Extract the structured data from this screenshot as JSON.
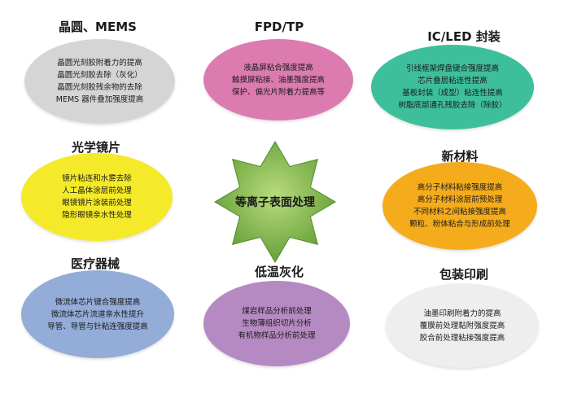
{
  "center": {
    "label": "等离子表面处理",
    "color": "#7fb84a"
  },
  "groups": [
    {
      "id": "wafer",
      "title": "晶圆、MEMS",
      "color": "#d5d5d5",
      "items": [
        "晶圆光刻胶附着力的提高",
        "晶圆光刻胶去除（灰化）",
        "晶圆光刻胶残余物的去除",
        "MEMS 器件叠加强度提高"
      ]
    },
    {
      "id": "fpd",
      "title": "FPD/TP",
      "color": "#dc7bb0",
      "items": [
        "液晶屏粘合强度提高",
        "触摸屏粘接、油墨强度提高",
        "保护、偏光片附着力提高等"
      ]
    },
    {
      "id": "icled",
      "title": "IC/LED 封装",
      "color": "#3ebf9b",
      "items": [
        "引线框架焊盘键合强度提高",
        "芯片叠层粘连性提高",
        "基板封装（成型）粘连性提高",
        "树脂底部通孔残胶去除（除胶）"
      ]
    },
    {
      "id": "optics",
      "title": "光学镜片",
      "color": "#f5ea2a",
      "items": [
        "镜片粘连和水雾去除",
        "人工晶体涂层前处理",
        "眼镜镜片涂装前处理",
        "隐形眼镜亲水性处理"
      ]
    },
    {
      "id": "newmat",
      "title": "新材料",
      "color": "#f5ac1c",
      "items": [
        "高分子材料粘接强度提高",
        "高分子材料涂层前预处理",
        "不同材料之间粘接强度提高",
        "颗粒、粉体粘合与形成前处理"
      ]
    },
    {
      "id": "medical",
      "title": "医疗器械",
      "color": "#93acd8",
      "items": [
        "微流体芯片键合强度提高",
        "微流体芯片流道亲水性提升",
        "导管、导管与针粘连强度提高"
      ]
    },
    {
      "id": "ashing",
      "title": "低温灰化",
      "color": "#b589c2",
      "items": [
        "煤岩样品分析前处理",
        "生物薄组织切片分析",
        "有机物样品分析前处理"
      ]
    },
    {
      "id": "printing",
      "title": "包装印刷",
      "color": "#eeeeee",
      "items": [
        "油墨印刷附着力的提高",
        "覆膜前处理黏附强度提高",
        "胶合前处理粘接强度提高"
      ]
    }
  ]
}
